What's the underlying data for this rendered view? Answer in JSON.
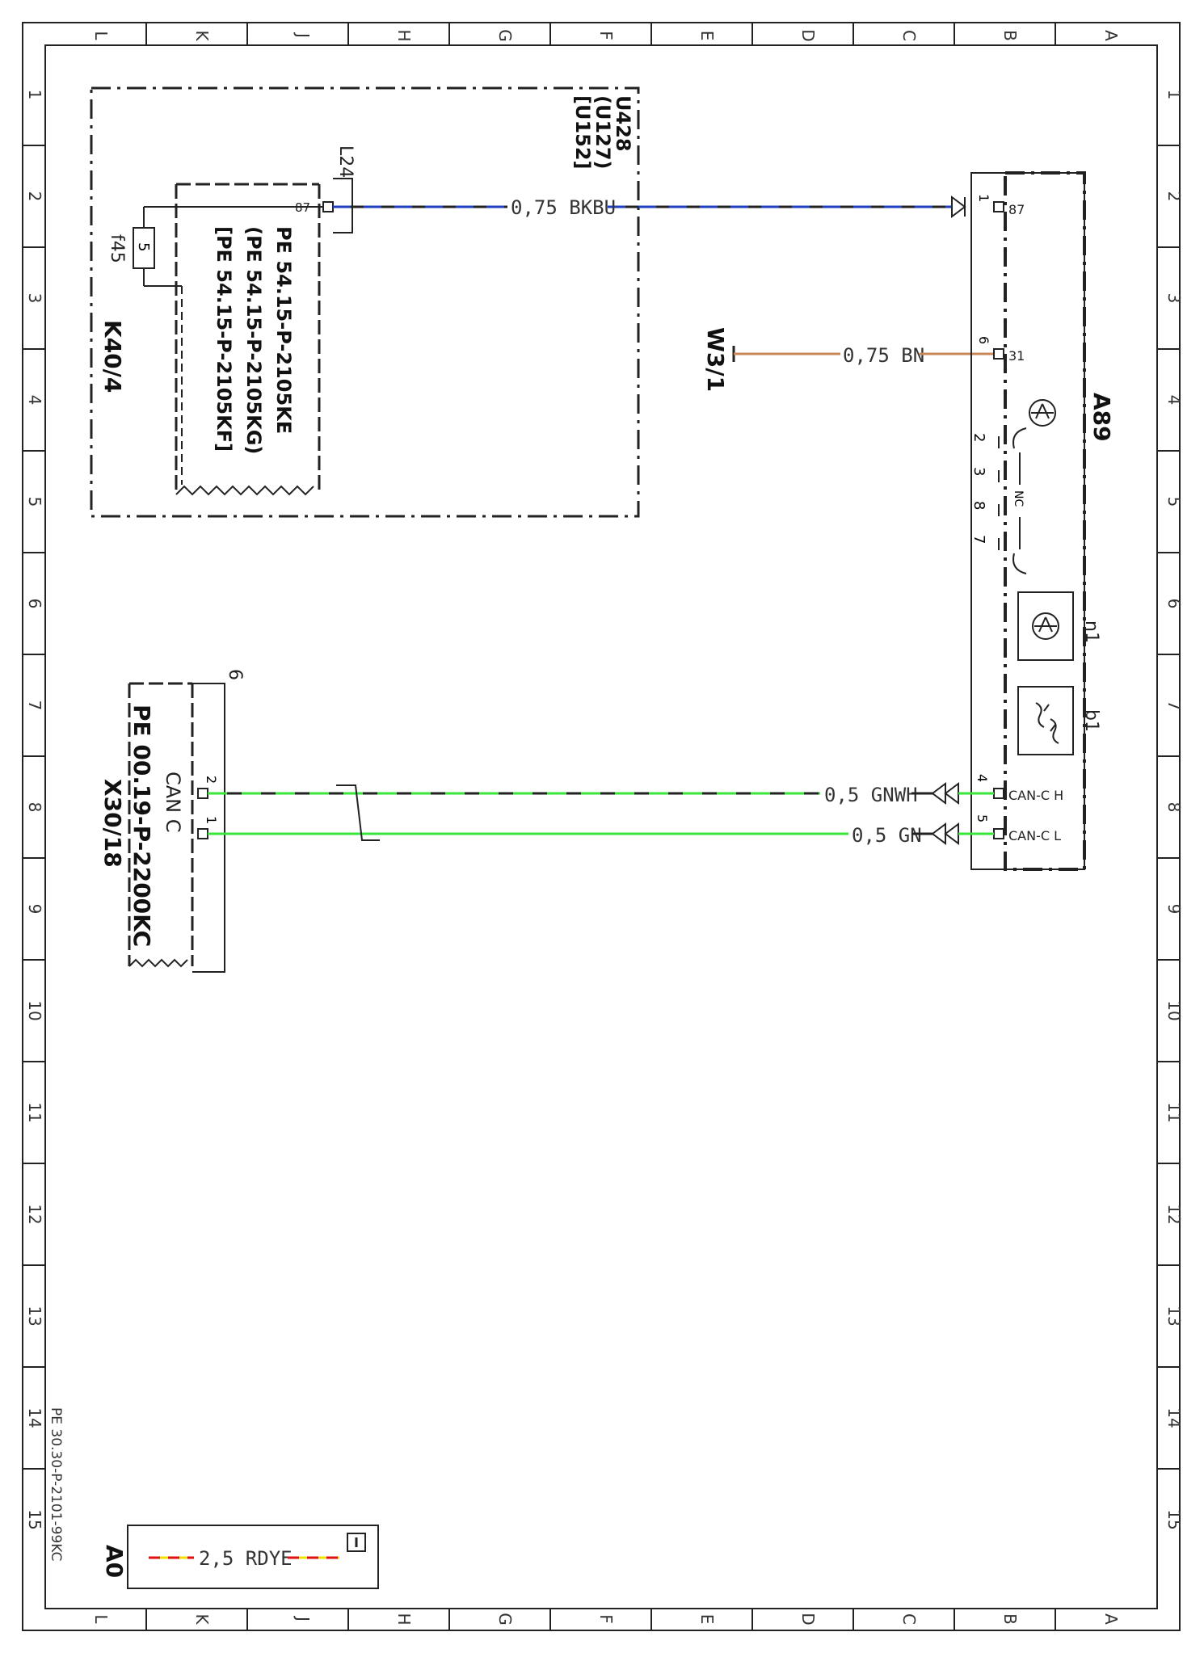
{
  "sheet": {
    "columns": [
      "L",
      "K",
      "J",
      "H",
      "G",
      "F",
      "E",
      "D",
      "C",
      "B",
      "A"
    ],
    "rows": [
      "1",
      "2",
      "3",
      "4",
      "5",
      "6",
      "7",
      "8",
      "9",
      "10",
      "11",
      "12",
      "13",
      "14",
      "15"
    ],
    "doc_ref": "PE 30.30-P-2101-99KC"
  },
  "components": {
    "u428": [
      "U428",
      "(U127)",
      "[U152]"
    ],
    "k40_4": "K40/4",
    "f45": "f45",
    "fuse_value": "5",
    "l24": "L24",
    "pin_87": "87",
    "pe_refs": [
      "PE 54.15-P-2105KE",
      "(PE 54.15-P-2105KG)",
      "[PE 54.15-P-2105KF]"
    ],
    "w3_1": "W3/1",
    "a89": "A89",
    "n1": "n1",
    "b1": "b1",
    "nc": "NC",
    "a89_pins": {
      "p1": "1",
      "p87": "87",
      "p6": "6",
      "p31": "31",
      "p2": "2",
      "p3": "3",
      "p8": "8",
      "p7": "7",
      "p4": "4",
      "canh": "CAN-C H",
      "p5": "5",
      "canl": "CAN-C L"
    },
    "x30_18": "X30/18",
    "x30_pe": "PE 00.19-P-2200KC",
    "can_c": "CAN C",
    "x30_pin2": "2",
    "x30_pin1": "1",
    "x30_bracket": "6",
    "a0": "A0",
    "legend_wire": "2,5 RDYE"
  },
  "wires": {
    "w_bkbu": "0,75 BKBU",
    "w_bn": "0,75 BN",
    "w_gnwh": "0,5 GNWH",
    "w_gn": "0,5 GN"
  },
  "colors": {
    "bkbu": "#1f3fbf",
    "bn": "#c8895a",
    "gn": "#39e639",
    "rd": "#e01010",
    "ye": "#f2e000"
  }
}
